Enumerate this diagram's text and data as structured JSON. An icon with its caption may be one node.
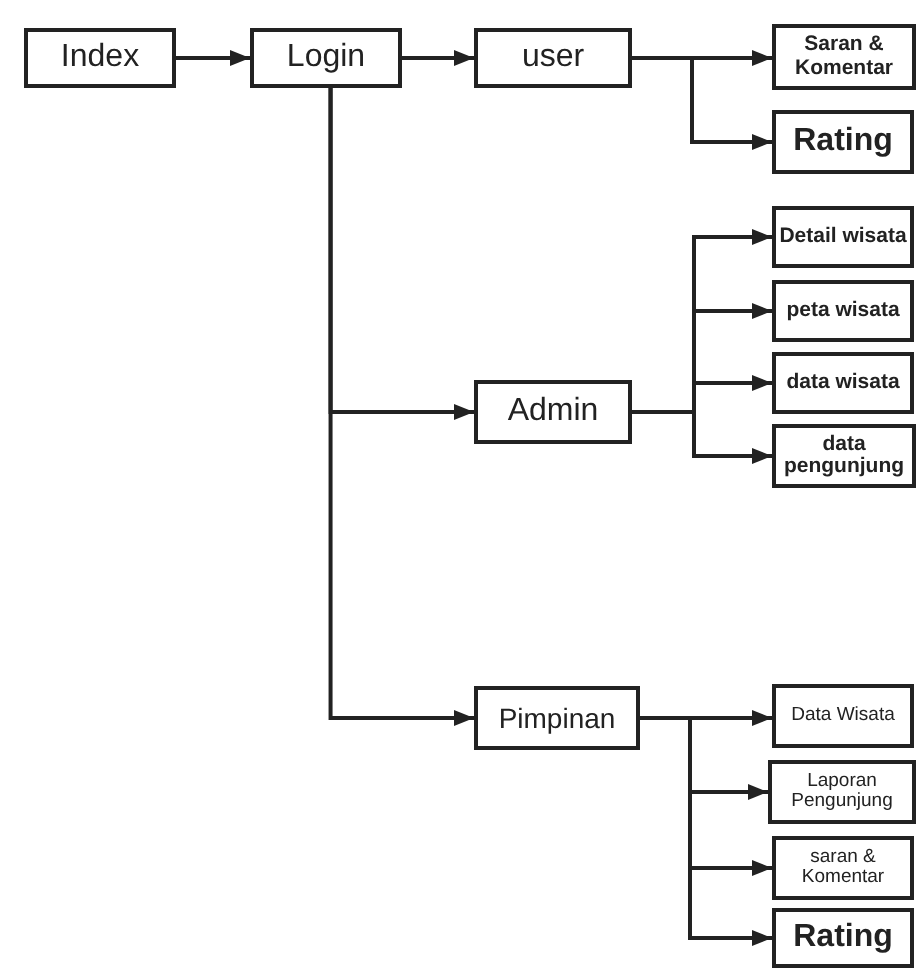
{
  "diagram": {
    "nodes": [
      {
        "text": [
          "Index"
        ]
      },
      {
        "text": [
          "Login"
        ]
      },
      {
        "text": [
          "user"
        ]
      },
      {
        "text": [
          "Saran & Komentar"
        ]
      },
      {
        "text": [
          "Rating"
        ]
      },
      {
        "text": [
          "Admin"
        ]
      },
      {
        "text": [
          "Detail wisata"
        ]
      },
      {
        "text": [
          "peta wisata"
        ]
      },
      {
        "text": [
          "data wisata"
        ]
      },
      {
        "text": [
          "data pengunjung"
        ]
      },
      {
        "text": [
          "Pimpinan"
        ]
      },
      {
        "text": [
          "Data Wisata"
        ]
      },
      {
        "text": [
          "Laporan Pengunjung"
        ]
      },
      {
        "text": [
          "saran & Komentar"
        ]
      },
      {
        "text": [
          "Rating"
        ]
      }
    ],
    "edges": [
      {
        "from": 0,
        "to": 1,
        "arrow": "to"
      },
      {
        "from": 1,
        "to": 2,
        "arrow": "to"
      },
      {
        "from": 2,
        "to": 3,
        "arrow": "to"
      },
      {
        "from": 2,
        "to": 4,
        "arrow": "to"
      },
      {
        "from": 1,
        "to": 5,
        "arrow": "to"
      },
      {
        "from": 1,
        "to": 10,
        "arrow": "to"
      },
      {
        "from": 5,
        "to": 6,
        "arrow": "to"
      },
      {
        "from": 5,
        "to": 7,
        "arrow": "to"
      },
      {
        "from": 5,
        "to": 8,
        "arrow": "to"
      },
      {
        "from": 5,
        "to": 9,
        "arrow": "to"
      },
      {
        "from": 10,
        "to": 11,
        "arrow": "to"
      },
      {
        "from": 10,
        "to": 12,
        "arrow": "to"
      },
      {
        "from": 10,
        "to": 13,
        "arrow": "to"
      },
      {
        "from": 10,
        "to": 14,
        "arrow": "to"
      }
    ]
  }
}
